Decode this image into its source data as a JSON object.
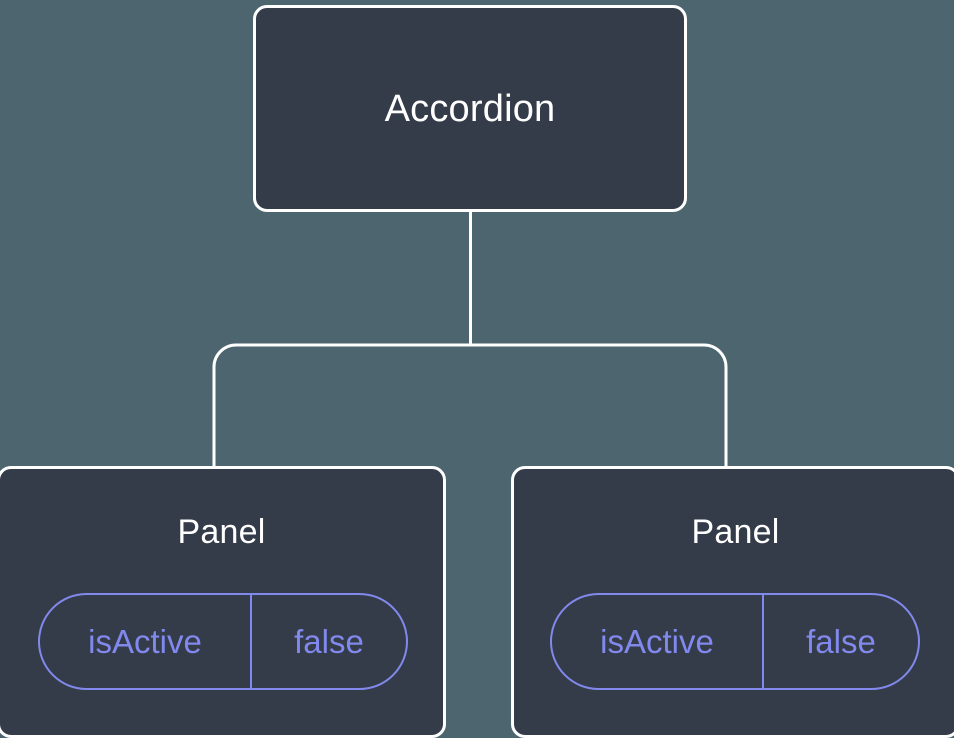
{
  "diagram": {
    "type": "component-tree",
    "background_color": "#4c656e",
    "node_fill_color": "#343b49",
    "node_border_color": "#ffffff",
    "accent_color": "#8289ed",
    "connector_color": "#ffffff",
    "root": {
      "title": "Accordion"
    },
    "children": [
      {
        "title": "Panel",
        "state": {
          "key": "isActive",
          "value": "false"
        }
      },
      {
        "title": "Panel",
        "state": {
          "key": "isActive",
          "value": "false"
        }
      }
    ]
  }
}
